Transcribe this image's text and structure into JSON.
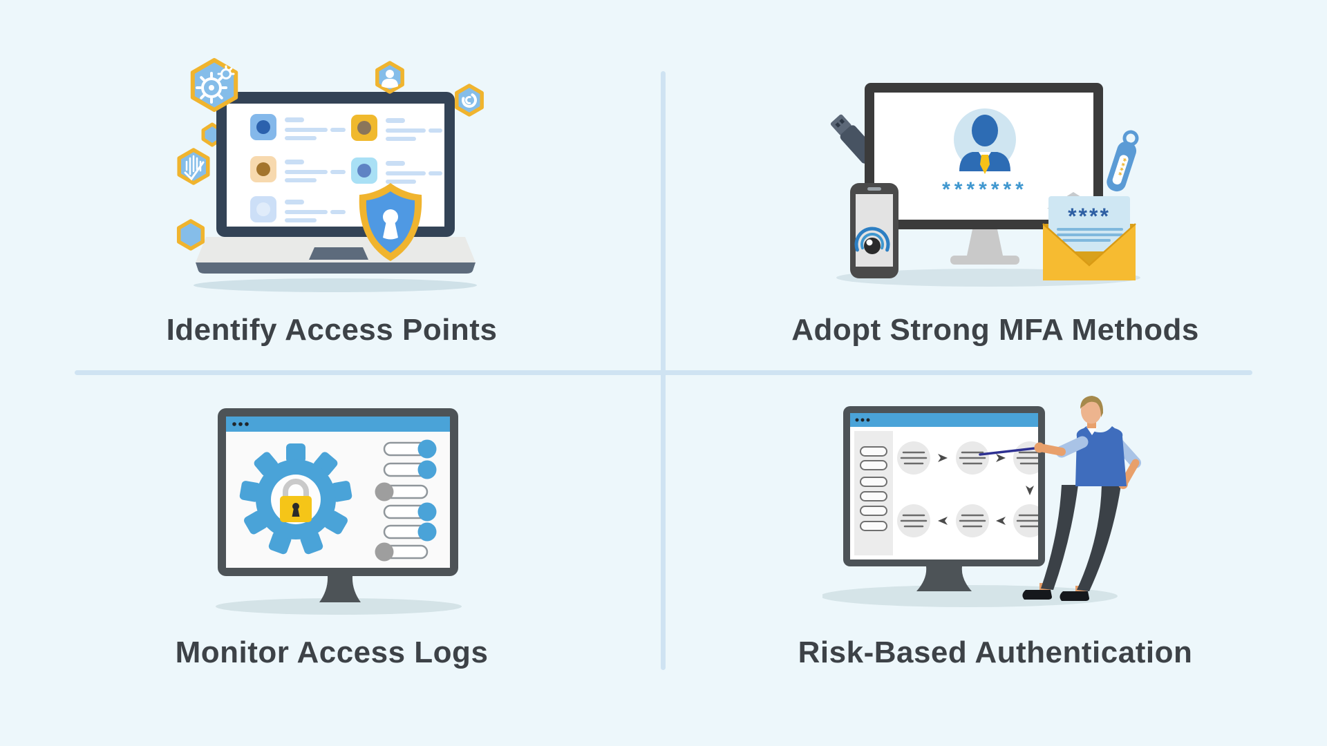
{
  "page": {
    "background": "#edf7fb",
    "divider_color": "#cfe3f2",
    "title_color": "#3d4247"
  },
  "colors": {
    "accent_blue": "#4aa3d8",
    "accent_yellow": "#f0b42e",
    "laptop_frame": "#334356",
    "monitor_gray": "#4d5357",
    "shield_blue": "#4f99e3",
    "shadow": "#d5e4e8",
    "line_blue": "#c9def5"
  },
  "quadrants": [
    {
      "key": "identify-access-points",
      "title": "Identify Access Points",
      "illustration": "laptop-dashboard-with-security-shield-and-hexagon-icons",
      "hexagon_icons": [
        "gears",
        "blank",
        "fingerprint-scan",
        "blank",
        "user",
        "loading-ring"
      ]
    },
    {
      "key": "adopt-strong-mfa-methods",
      "title": "Adopt Strong MFA Methods",
      "illustration": "desktop-login-avatar-with-usb-key-phone-otp-fob-and-email-code",
      "password_masked": "*******",
      "email_code_masked": "****",
      "fob_code_masked": "****"
    },
    {
      "key": "monitor-access-logs",
      "title": "Monitor Access Logs",
      "illustration": "settings-window-with-gear-padlock-and-toggles",
      "toggles": [
        "on",
        "on",
        "off",
        "on",
        "on",
        "off"
      ]
    },
    {
      "key": "risk-based-authentication",
      "title": "Risk-Based Authentication",
      "illustration": "presenter-pointing-at-flowchart-monitor",
      "flowchart": {
        "rows": 2,
        "cols": 3,
        "sidebar_items": 6
      }
    }
  ]
}
